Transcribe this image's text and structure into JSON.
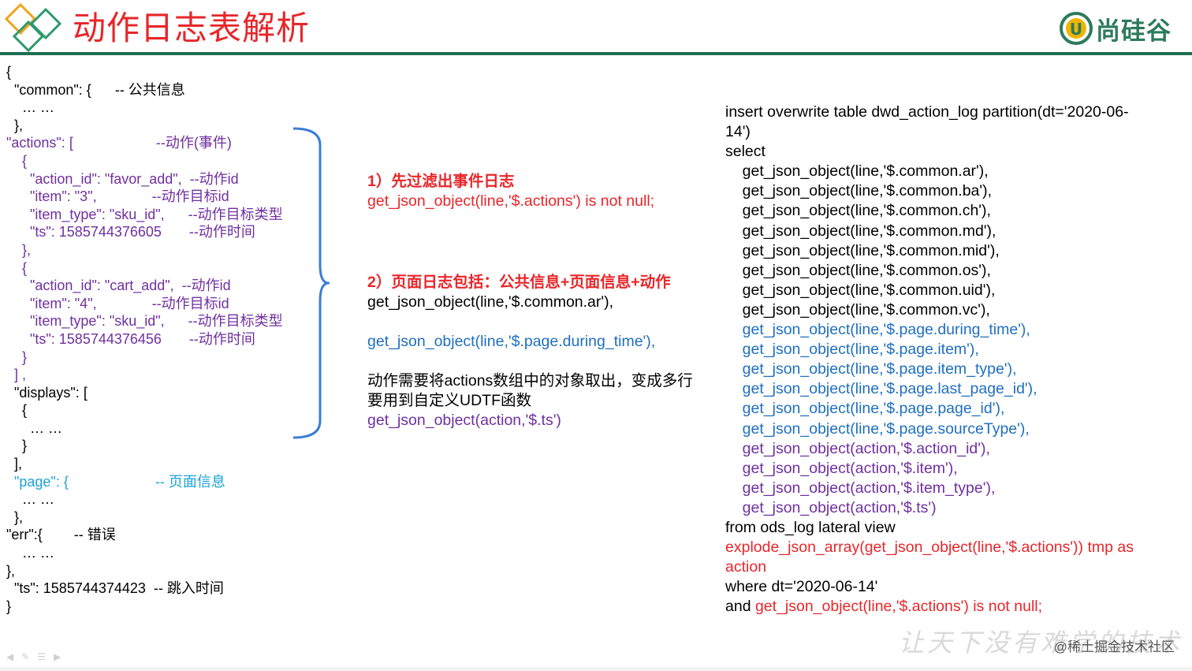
{
  "header": {
    "title": "动作日志表解析",
    "brand": "尚硅谷",
    "brand_mark": "U",
    "accent_color": "#e8262a",
    "brand_color": "#2c7a5c"
  },
  "left_json": [
    {
      "text": "{",
      "color": "black"
    },
    {
      "text": "  \"common\": {      -- 公共信息",
      "color": "black"
    },
    {
      "text": "    … …",
      "color": "black"
    },
    {
      "text": "  },",
      "color": "black"
    },
    {
      "text": "\"actions\": [                     --动作(事件)",
      "color": "purple"
    },
    {
      "text": "    {",
      "color": "purple"
    },
    {
      "text": "      \"action_id\": \"favor_add\",  --动作id",
      "color": "purple"
    },
    {
      "text": "      \"item\": \"3\",              --动作目标id",
      "color": "purple"
    },
    {
      "text": "      \"item_type\": \"sku_id\",      --动作目标类型",
      "color": "purple"
    },
    {
      "text": "      \"ts\": 1585744376605       --动作时间",
      "color": "purple"
    },
    {
      "text": "    },",
      "color": "purple"
    },
    {
      "text": "    {",
      "color": "purple"
    },
    {
      "text": "      \"action_id\": \"cart_add\",  --动作id",
      "color": "purple"
    },
    {
      "text": "      \"item\": \"4\",              --动作目标id",
      "color": "purple"
    },
    {
      "text": "      \"item_type\": \"sku_id\",      --动作目标类型",
      "color": "purple"
    },
    {
      "text": "      \"ts\": 1585744376456       --动作时间",
      "color": "purple"
    },
    {
      "text": "    }",
      "color": "purple"
    },
    {
      "text": "  ] ,",
      "color": "purple"
    },
    {
      "text": "  \"displays\": [",
      "color": "black"
    },
    {
      "text": "    {",
      "color": "black"
    },
    {
      "text": "      … …",
      "color": "black"
    },
    {
      "text": "    }",
      "color": "black"
    },
    {
      "text": "  ],",
      "color": "black"
    },
    {
      "text": "  \"page\": {                      -- 页面信息",
      "color": "cyan"
    },
    {
      "text": "    … …",
      "color": "black"
    },
    {
      "text": "  },",
      "color": "black"
    },
    {
      "text": "\"err\":{        -- 错误",
      "color": "black"
    },
    {
      "text": "    … …",
      "color": "black"
    },
    {
      "text": "},",
      "color": "black"
    },
    {
      "text": "  \"ts\": 1585744374423  -- 跳入时间",
      "color": "black"
    },
    {
      "text": "}",
      "color": "black"
    }
  ],
  "middle": {
    "step1_heading": "1）先过滤出事件日志",
    "step1_code": "get_json_object(line,'$.actions') is not null;",
    "step2_heading": "2）页面日志包括：公共信息+页面信息+动作",
    "step2_common": "get_json_object(line,'$.common.ar'),",
    "step2_page": "get_json_object(line,'$.page.during_time'),",
    "step2_note_line1": "动作需要将actions数组中的对象取出，变成多行",
    "step2_note_line2": "要用到自定义UDTF函数",
    "step2_action": "get_json_object(action,'$.ts')"
  },
  "sql": [
    {
      "text": "insert overwrite table dwd_action_log partition(dt='2020-06-",
      "color": "black"
    },
    {
      "text": "14')",
      "color": "black"
    },
    {
      "text": "select",
      "color": "black"
    },
    {
      "text": "    get_json_object(line,'$.common.ar'),",
      "color": "black"
    },
    {
      "text": "    get_json_object(line,'$.common.ba'),",
      "color": "black"
    },
    {
      "text": "    get_json_object(line,'$.common.ch'),",
      "color": "black"
    },
    {
      "text": "    get_json_object(line,'$.common.md'),",
      "color": "black"
    },
    {
      "text": "    get_json_object(line,'$.common.mid'),",
      "color": "black"
    },
    {
      "text": "    get_json_object(line,'$.common.os'),",
      "color": "black"
    },
    {
      "text": "    get_json_object(line,'$.common.uid'),",
      "color": "black"
    },
    {
      "text": "    get_json_object(line,'$.common.vc'),",
      "color": "black"
    },
    {
      "text": "    get_json_object(line,'$.page.during_time'),",
      "color": "blue"
    },
    {
      "text": "    get_json_object(line,'$.page.item'),",
      "color": "blue"
    },
    {
      "text": "    get_json_object(line,'$.page.item_type'),",
      "color": "blue"
    },
    {
      "text": "    get_json_object(line,'$.page.last_page_id'),",
      "color": "blue"
    },
    {
      "text": "    get_json_object(line,'$.page.page_id'),",
      "color": "blue"
    },
    {
      "text": "    get_json_object(line,'$.page.sourceType'),",
      "color": "blue"
    },
    {
      "text": "    get_json_object(action,'$.action_id'),",
      "color": "purple"
    },
    {
      "text": "    get_json_object(action,'$.item'),",
      "color": "purple"
    },
    {
      "text": "    get_json_object(action,'$.item_type'),",
      "color": "purple"
    },
    {
      "text": "    get_json_object(action,'$.ts')",
      "color": "purple"
    },
    {
      "text": "from ods_log lateral view",
      "color": "black"
    },
    {
      "text": "explode_json_array(get_json_object(line,'$.actions')) tmp as",
      "color": "red"
    },
    {
      "text": "action",
      "color": "red"
    },
    {
      "text": "where dt='2020-06-14'",
      "color": "black"
    }
  ],
  "sql_last": {
    "prefix": "and ",
    "code": "get_json_object(line,'$.actions') is not null;"
  },
  "footer": {
    "watermark": "让天下没有难学的技术",
    "credit": "@稀土掘金技术社区"
  }
}
